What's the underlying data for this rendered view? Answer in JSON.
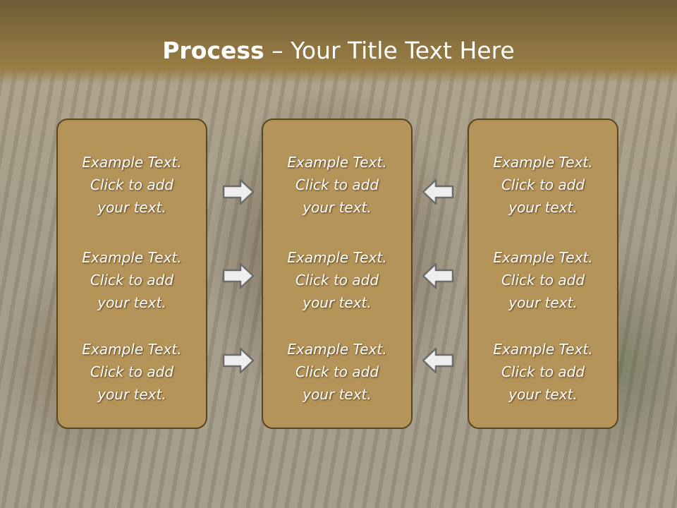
{
  "header": {
    "title_strong": "Process",
    "title_rest": " – Your Title Text Here"
  },
  "columns": [
    {
      "items": [
        {
          "line1": "Example Text.",
          "line2": "Click  to add",
          "line3": "your text."
        },
        {
          "line1": "Example Text.",
          "line2": "Click  to add",
          "line3": "your text."
        },
        {
          "line1": "Example Text.",
          "line2": "Click  to add",
          "line3": "your text."
        }
      ]
    },
    {
      "items": [
        {
          "line1": "Example Text.",
          "line2": "Click  to add",
          "line3": "your text."
        },
        {
          "line1": "Example Text.",
          "line2": "Click  to add",
          "line3": "your text."
        },
        {
          "line1": "Example Text.",
          "line2": "Click  to add",
          "line3": "your text."
        }
      ]
    },
    {
      "items": [
        {
          "line1": "Example Text.",
          "line2": "Click  to add",
          "line3": "your text."
        },
        {
          "line1": "Example Text.",
          "line2": "Click  to add",
          "line3": "your text."
        },
        {
          "line1": "Example Text.",
          "line2": "Click  to add",
          "line3": "your text."
        }
      ]
    }
  ],
  "arrows": {
    "left_group": [
      "arrow-right-icon",
      "arrow-right-icon",
      "arrow-right-icon"
    ],
    "right_group": [
      "arrow-left-icon",
      "arrow-left-icon",
      "arrow-left-icon"
    ]
  },
  "colors": {
    "header": "#87703f",
    "panel_fill": "#b5945a",
    "panel_border": "#5a4520",
    "text": "#ffffff"
  }
}
